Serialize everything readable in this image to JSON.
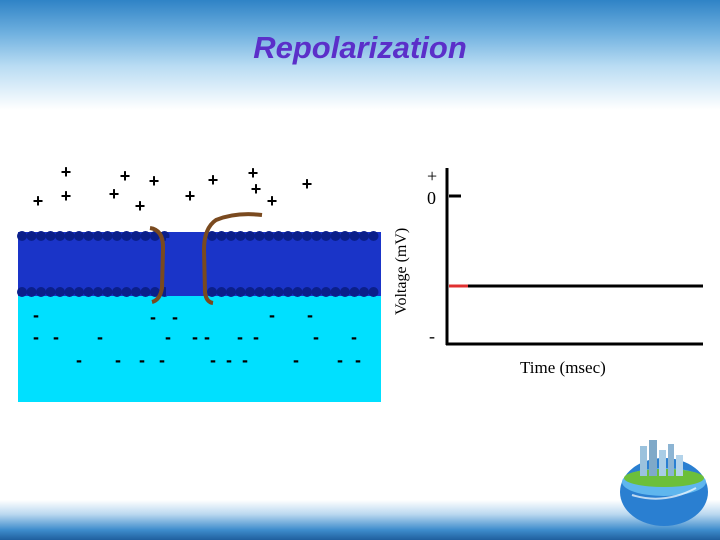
{
  "slide": {
    "title": "Repolarization",
    "colors": {
      "title": "#5b2fc9",
      "extracellular": "#ffffff",
      "intracellular": "#00e0ff",
      "membrane": "#1a34c8",
      "channel": "#7a4a1f",
      "trace": "#000000",
      "marker": "#e03030"
    }
  },
  "diagram": {
    "outside_charge": "+",
    "inside_charge": "-"
  },
  "graph": {
    "y_axis_label": "Voltage (mV)",
    "tick_plus": "+",
    "tick_zero": "0",
    "tick_minus": "-",
    "x_axis_label": "Time (msec)"
  },
  "logo": {
    "icon": "globe-city-icon"
  }
}
